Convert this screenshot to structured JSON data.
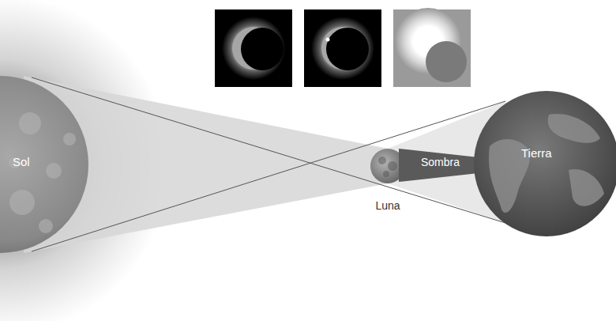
{
  "diagram": {
    "nodes": [
      {
        "text": [
          "Sol"
        ]
      },
      {
        "text": [
          "Luna"
        ]
      },
      {
        "text": [
          "Sombra"
        ]
      },
      {
        "text": [
          "Tierra"
        ]
      }
    ]
  }
}
